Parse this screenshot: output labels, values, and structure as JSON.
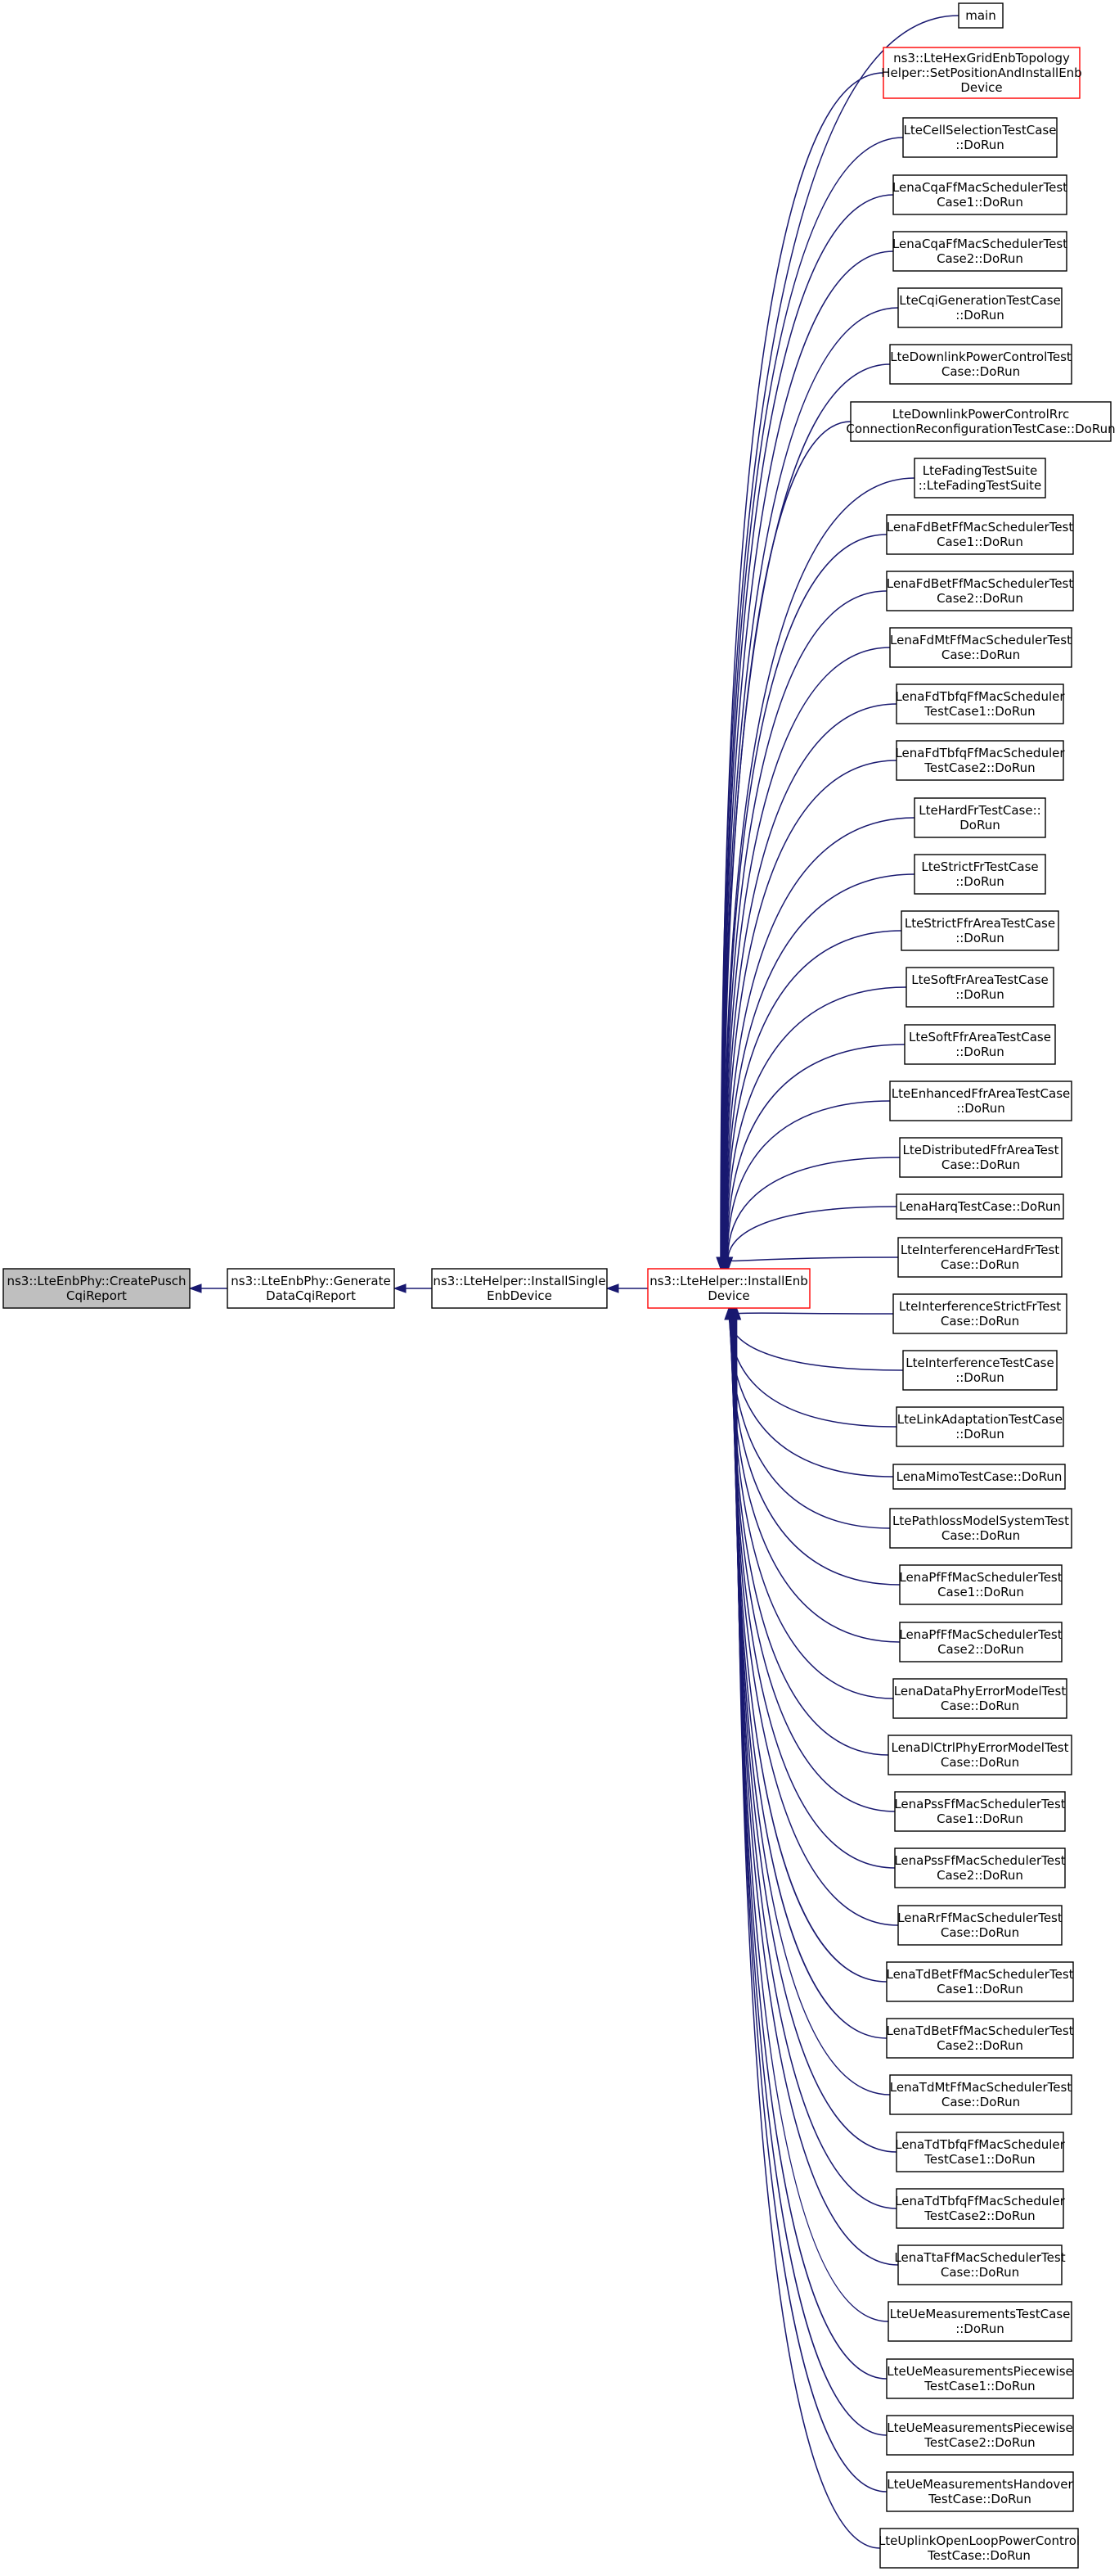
{
  "colors": {
    "edge": "#191970",
    "node_border": "#000000",
    "node_border_highlight": "#ff0000",
    "current_fill": "#bfbfbf",
    "node_fill": "#ffffff"
  },
  "chain": [
    {
      "id": "create-pusch",
      "lines": [
        "ns3::LteEnbPhy::CreatePusch",
        "CqiReport"
      ],
      "style": "current"
    },
    {
      "id": "generate-data",
      "lines": [
        "ns3::LteEnbPhy::Generate",
        "DataCqiReport"
      ],
      "style": "normal"
    },
    {
      "id": "install-single",
      "lines": [
        "ns3::LteHelper::InstallSingle",
        "EnbDevice"
      ],
      "style": "normal"
    },
    {
      "id": "install-enb",
      "lines": [
        "ns3::LteHelper::InstallEnb",
        "Device"
      ],
      "style": "red"
    }
  ],
  "callers": [
    {
      "lines": [
        "main"
      ],
      "style": "normal"
    },
    {
      "lines": [
        "ns3::LteHexGridEnbTopology",
        "Helper::SetPositionAndInstallEnb",
        "Device"
      ],
      "style": "red"
    },
    {
      "lines": [
        "LteCellSelectionTestCase",
        "::DoRun"
      ],
      "style": "normal"
    },
    {
      "lines": [
        "LenaCqaFfMacSchedulerTest",
        "Case1::DoRun"
      ],
      "style": "normal"
    },
    {
      "lines": [
        "LenaCqaFfMacSchedulerTest",
        "Case2::DoRun"
      ],
      "style": "normal"
    },
    {
      "lines": [
        "LteCqiGenerationTestCase",
        "::DoRun"
      ],
      "style": "normal"
    },
    {
      "lines": [
        "LteDownlinkPowerControlTest",
        "Case::DoRun"
      ],
      "style": "normal"
    },
    {
      "lines": [
        "LteDownlinkPowerControlRrc",
        "ConnectionReconfigurationTestCase::DoRun"
      ],
      "style": "normal"
    },
    {
      "lines": [
        "LteFadingTestSuite",
        "::LteFadingTestSuite"
      ],
      "style": "normal"
    },
    {
      "lines": [
        "LenaFdBetFfMacSchedulerTest",
        "Case1::DoRun"
      ],
      "style": "normal"
    },
    {
      "lines": [
        "LenaFdBetFfMacSchedulerTest",
        "Case2::DoRun"
      ],
      "style": "normal"
    },
    {
      "lines": [
        "LenaFdMtFfMacSchedulerTest",
        "Case::DoRun"
      ],
      "style": "normal"
    },
    {
      "lines": [
        "LenaFdTbfqFfMacScheduler",
        "TestCase1::DoRun"
      ],
      "style": "normal"
    },
    {
      "lines": [
        "LenaFdTbfqFfMacScheduler",
        "TestCase2::DoRun"
      ],
      "style": "normal"
    },
    {
      "lines": [
        "LteHardFrTestCase::",
        "DoRun"
      ],
      "style": "normal"
    },
    {
      "lines": [
        "LteStrictFrTestCase",
        "::DoRun"
      ],
      "style": "normal"
    },
    {
      "lines": [
        "LteStrictFfrAreaTestCase",
        "::DoRun"
      ],
      "style": "normal"
    },
    {
      "lines": [
        "LteSoftFrAreaTestCase",
        "::DoRun"
      ],
      "style": "normal"
    },
    {
      "lines": [
        "LteSoftFfrAreaTestCase",
        "::DoRun"
      ],
      "style": "normal"
    },
    {
      "lines": [
        "LteEnhancedFfrAreaTestCase",
        "::DoRun"
      ],
      "style": "normal"
    },
    {
      "lines": [
        "LteDistributedFfrAreaTest",
        "Case::DoRun"
      ],
      "style": "normal"
    },
    {
      "lines": [
        "LenaHarqTestCase::DoRun"
      ],
      "style": "normal"
    },
    {
      "lines": [
        "LteInterferenceHardFrTest",
        "Case::DoRun"
      ],
      "style": "normal"
    },
    {
      "lines": [
        "LteInterferenceStrictFrTest",
        "Case::DoRun"
      ],
      "style": "normal"
    },
    {
      "lines": [
        "LteInterferenceTestCase",
        "::DoRun"
      ],
      "style": "normal"
    },
    {
      "lines": [
        "LteLinkAdaptationTestCase",
        "::DoRun"
      ],
      "style": "normal"
    },
    {
      "lines": [
        "LenaMimoTestCase::DoRun"
      ],
      "style": "normal"
    },
    {
      "lines": [
        "LtePathlossModelSystemTest",
        "Case::DoRun"
      ],
      "style": "normal"
    },
    {
      "lines": [
        "LenaPfFfMacSchedulerTest",
        "Case1::DoRun"
      ],
      "style": "normal"
    },
    {
      "lines": [
        "LenaPfFfMacSchedulerTest",
        "Case2::DoRun"
      ],
      "style": "normal"
    },
    {
      "lines": [
        "LenaDataPhyErrorModelTest",
        "Case::DoRun"
      ],
      "style": "normal"
    },
    {
      "lines": [
        "LenaDlCtrlPhyErrorModelTest",
        "Case::DoRun"
      ],
      "style": "normal"
    },
    {
      "lines": [
        "LenaPssFfMacSchedulerTest",
        "Case1::DoRun"
      ],
      "style": "normal"
    },
    {
      "lines": [
        "LenaPssFfMacSchedulerTest",
        "Case2::DoRun"
      ],
      "style": "normal"
    },
    {
      "lines": [
        "LenaRrFfMacSchedulerTest",
        "Case::DoRun"
      ],
      "style": "normal"
    },
    {
      "lines": [
        "LenaTdBetFfMacSchedulerTest",
        "Case1::DoRun"
      ],
      "style": "normal"
    },
    {
      "lines": [
        "LenaTdBetFfMacSchedulerTest",
        "Case2::DoRun"
      ],
      "style": "normal"
    },
    {
      "lines": [
        "LenaTdMtFfMacSchedulerTest",
        "Case::DoRun"
      ],
      "style": "normal"
    },
    {
      "lines": [
        "LenaTdTbfqFfMacScheduler",
        "TestCase1::DoRun"
      ],
      "style": "normal"
    },
    {
      "lines": [
        "LenaTdTbfqFfMacScheduler",
        "TestCase2::DoRun"
      ],
      "style": "normal"
    },
    {
      "lines": [
        "LenaTtaFfMacSchedulerTest",
        "Case::DoRun"
      ],
      "style": "normal"
    },
    {
      "lines": [
        "LteUeMeasurementsTestCase",
        "::DoRun"
      ],
      "style": "normal"
    },
    {
      "lines": [
        "LteUeMeasurementsPiecewise",
        "TestCase1::DoRun"
      ],
      "style": "normal"
    },
    {
      "lines": [
        "LteUeMeasurementsPiecewise",
        "TestCase2::DoRun"
      ],
      "style": "normal"
    },
    {
      "lines": [
        "LteUeMeasurementsHandover",
        "TestCase::DoRun"
      ],
      "style": "normal"
    },
    {
      "lines": [
        "LteUplinkOpenLoopPowerControl",
        "TestCase::DoRun"
      ],
      "style": "normal"
    }
  ]
}
